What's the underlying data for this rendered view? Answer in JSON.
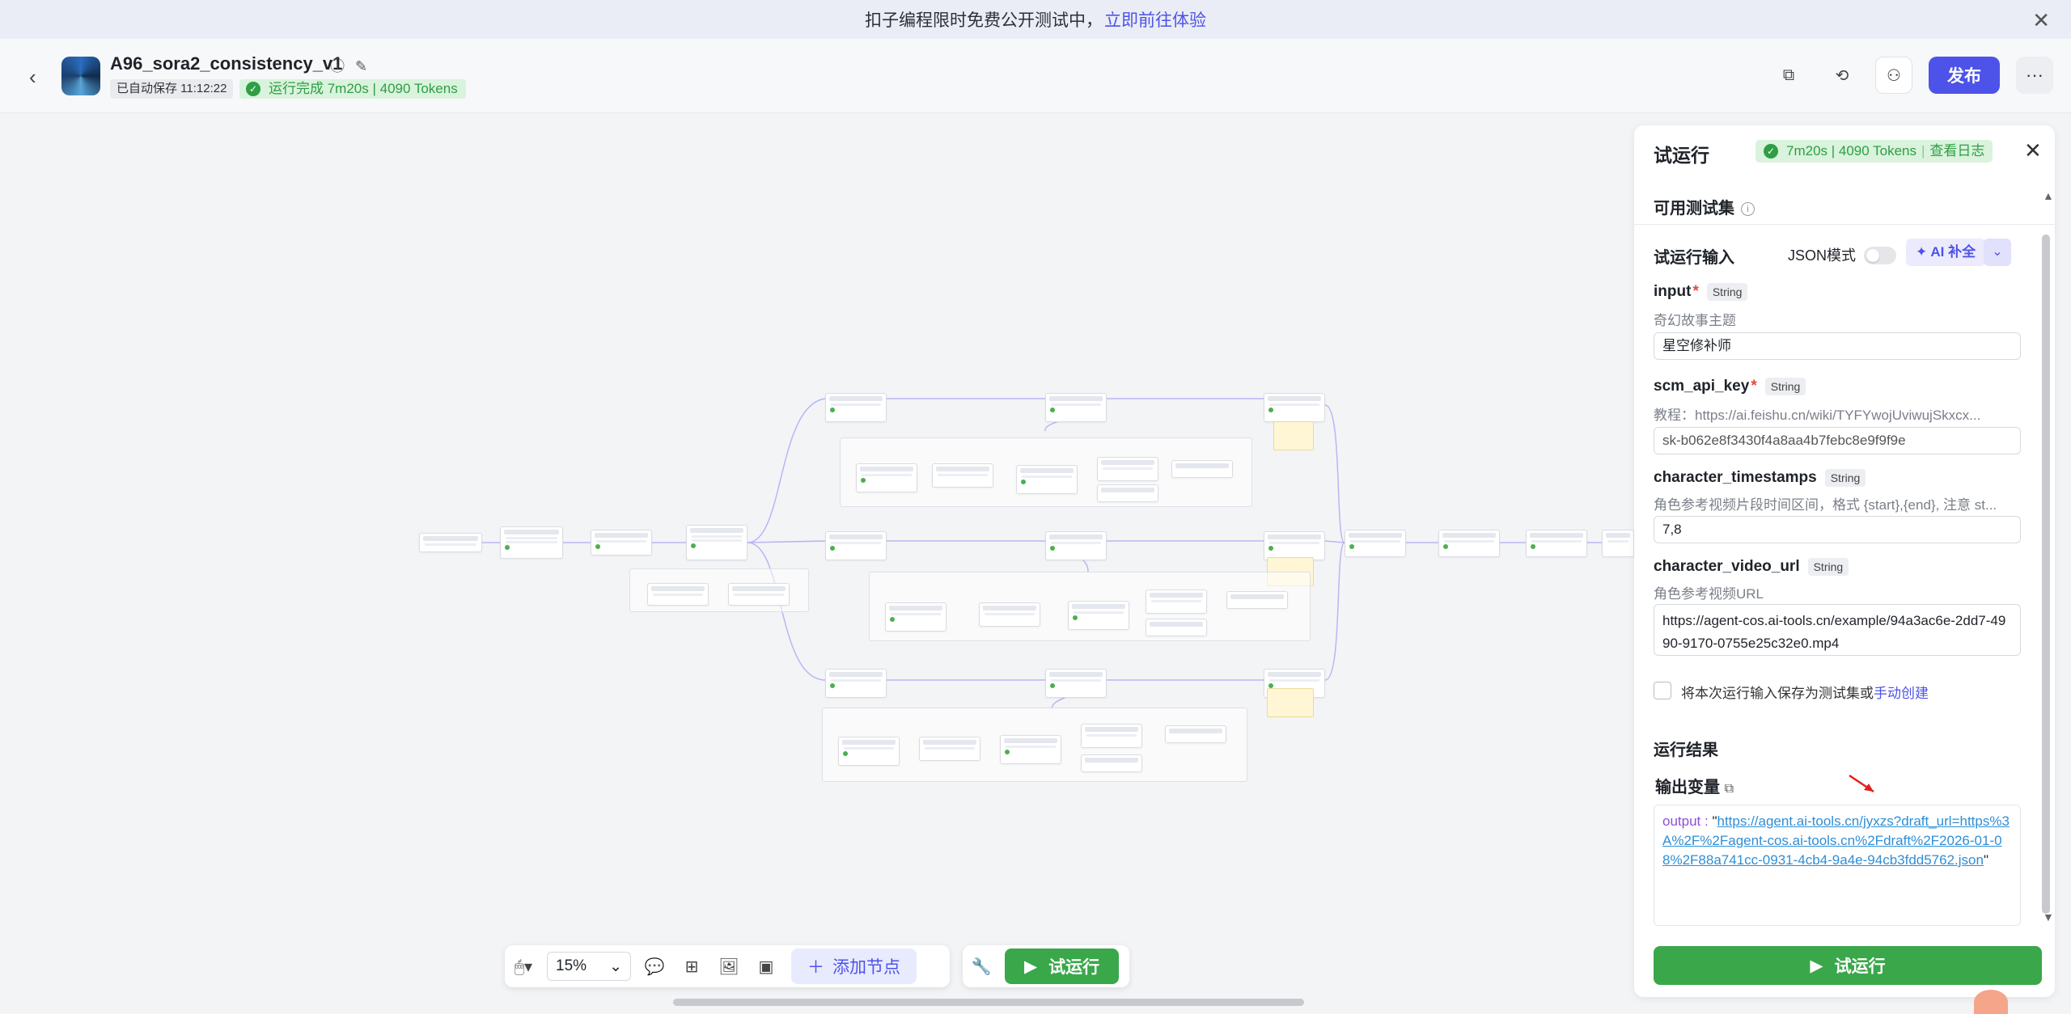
{
  "banner": {
    "text": "扣子编程限时免费公开测试中，",
    "link": "立即前往体验"
  },
  "header": {
    "title": "A96_sora2_consistency_v1",
    "saved": "已自动保存 11:12:22",
    "run_status": "运行完成 7m20s | 4090 Tokens",
    "publish": "发布",
    "more": "···"
  },
  "toolbar": {
    "zoom": "15%",
    "add_node": "添加节点",
    "try_run": "试运行"
  },
  "panel": {
    "title": "试运行",
    "stat_time": "7m20s | 4090 Tokens",
    "stat_log": "查看日志",
    "test_sets": "可用测试集",
    "run_input": "试运行输入",
    "json_mode": "JSON模式",
    "ai_fill": "AI 补全",
    "fields": [
      {
        "name": "input",
        "type": "String",
        "desc": "奇幻故事主题",
        "value": "星空修补师"
      },
      {
        "name": "scm_api_key",
        "type": "String",
        "desc": "教程：https://ai.feishu.cn/wiki/TYFYwojUviwujSkxcx...",
        "value": "sk-b062e8f3430f4a8aa4b7febc8e9f9f9e"
      },
      {
        "name": "character_timestamps",
        "type": "String",
        "desc": "角色参考视频片段时间区间，格式 {start},{end}, 注意 st...",
        "value": "7,8"
      },
      {
        "name": "character_video_url",
        "type": "String",
        "desc": "角色参考视频URL",
        "value": "https://agent-cos.ai-tools.cn/example/94a3ac6e-2dd7-4990-9170-0755e25c32e0.mp4"
      }
    ],
    "save_as_set": "将本次运行输入保存为测试集或",
    "manual_create": "手动创建",
    "results": "运行结果",
    "output_vars": "输出变量",
    "output_key": "output",
    "output_value": "https://agent.ai-tools.cn/jyxzs?draft_url=https%3A%2F%2Fagent-cos.ai-tools.cn%2Fdraft%2F2026-01-08%2F88a741cc-0931-4cb4-9a4e-94cb3fdd5762.json",
    "run_button": "试运行"
  }
}
